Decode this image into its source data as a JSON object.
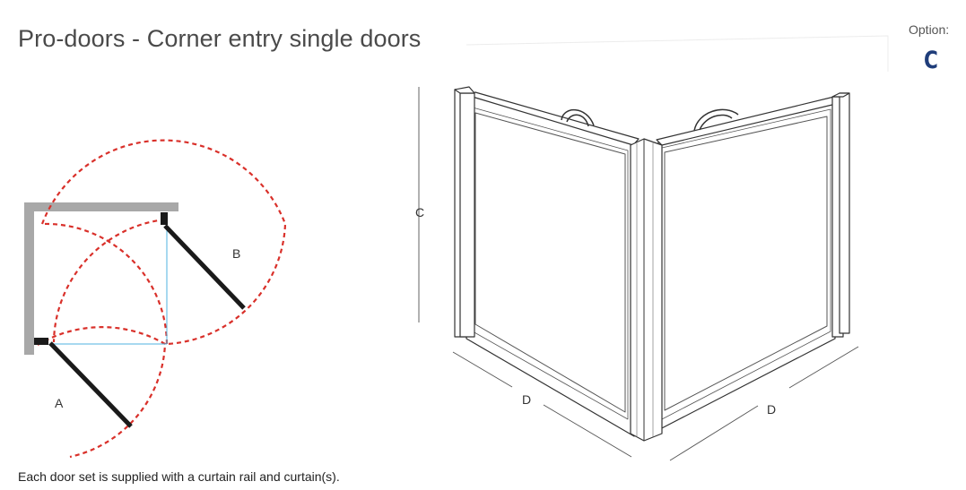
{
  "header": {
    "title": "Pro-doors - Corner entry single doors"
  },
  "option": {
    "label": "Option:",
    "value": "C"
  },
  "plan": {
    "label_a": "A",
    "label_b": "B"
  },
  "elevation": {
    "dim_height": "C",
    "dim_width_left": "D",
    "dim_width_right": "D"
  },
  "footer": {
    "caption": "Each door set is supplied with a curtain rail and curtain(s)."
  },
  "colors": {
    "wall": "#a8a8a8",
    "swing": "#d9302a",
    "guide": "#4fb3e0",
    "door": "#1a1a1a",
    "outline": "#333333"
  }
}
